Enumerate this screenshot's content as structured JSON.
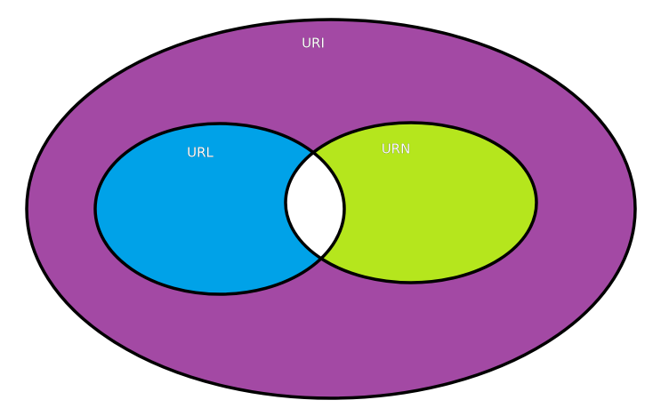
{
  "diagram": {
    "type": "venn",
    "sets": {
      "uri": {
        "label": "URI",
        "color": "#a349a4"
      },
      "url": {
        "label": "URL",
        "color": "#00a2e8"
      },
      "urn": {
        "label": "URN",
        "color": "#b5e61d"
      }
    },
    "intersection": {
      "color": "#ffffff"
    },
    "outline_color": "#000000"
  }
}
